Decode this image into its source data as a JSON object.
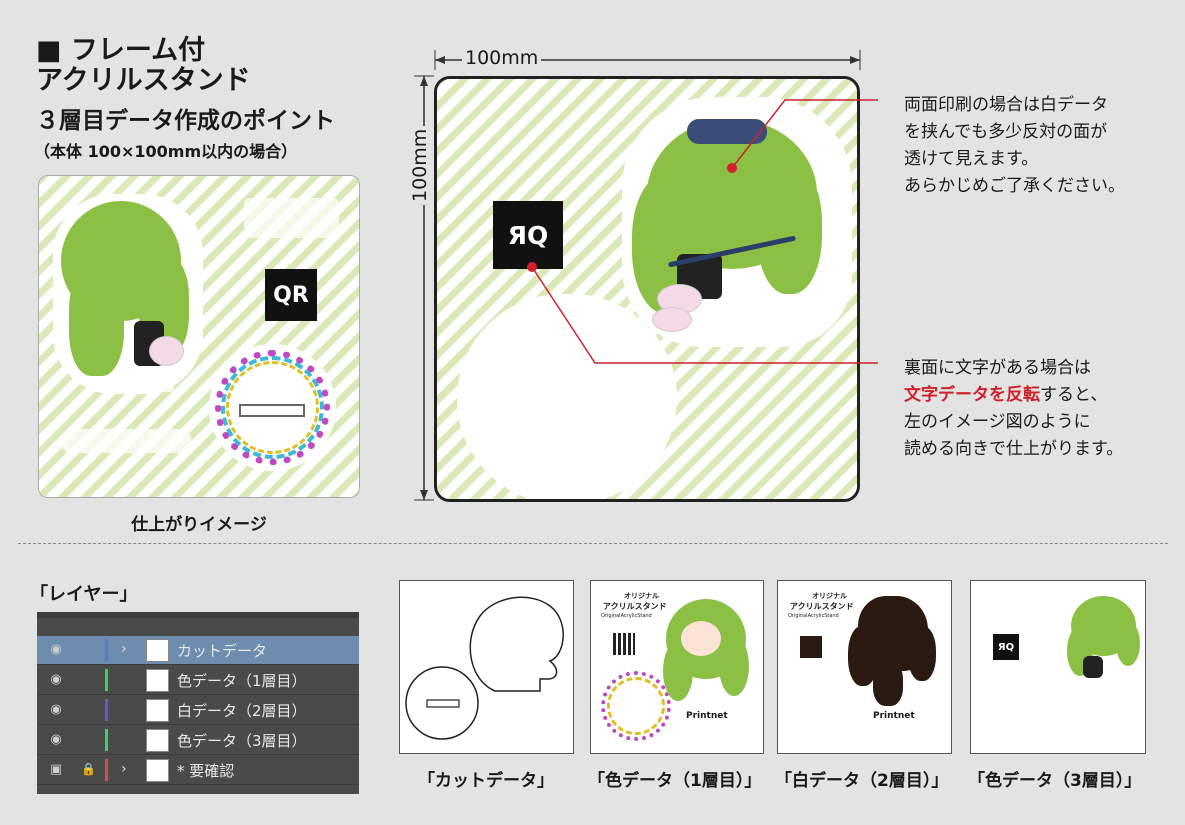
{
  "header": {
    "title_line1": "■ フレーム付",
    "title_line2": "アクリルスタンド",
    "subtitle": "３層目データ作成のポイント",
    "note": "（本体 100×100mm以内の場合）"
  },
  "finished_image": {
    "caption": "仕上がりイメージ",
    "qr_label": "QR"
  },
  "diagram": {
    "width_label": "100mm",
    "height_label": "100mm",
    "logo_text": "ЯQ"
  },
  "notes": {
    "note1_lines": [
      "両面印刷の場合は白データ",
      "を挟んでも多少反対の面が",
      "透けて見えます。",
      "あらかじめご了承ください。"
    ],
    "note2_line1": "裏面に文字がある場合は",
    "note2_red": "文字データを反転",
    "note2_line2_rest": "すると、",
    "note2_line3": "左のイメージ図のように",
    "note2_line4": "読める向きで仕上がります。"
  },
  "layers": {
    "title": "「レイヤー」",
    "rows": [
      {
        "label": "カットデータ",
        "color": "#4a7fd8",
        "selected": true,
        "expand": true
      },
      {
        "label": "色データ（1層目）",
        "color": "#3fcf5a",
        "selected": false,
        "expand": false
      },
      {
        "label": "白データ（2層目）",
        "color": "#5b5ccf",
        "selected": false,
        "expand": false
      },
      {
        "label": "色データ（3層目）",
        "color": "#3fcf5a",
        "selected": false,
        "expand": false
      },
      {
        "label": "* 要確認",
        "color": "#e04848",
        "selected": false,
        "expand": true
      }
    ]
  },
  "previews": {
    "cut_caption": "「カットデータ」",
    "color1_caption": "「色データ（1層目）」",
    "white_caption": "「白データ（2層目）」",
    "color3_caption": "「色データ（3層目）」",
    "brand_title": "オリジナル",
    "brand_title2": "アクリルスタンド",
    "brand_sub": "OriginalAcrylicStand",
    "printnet": "Printnet",
    "logo_text": "ЯQ"
  }
}
